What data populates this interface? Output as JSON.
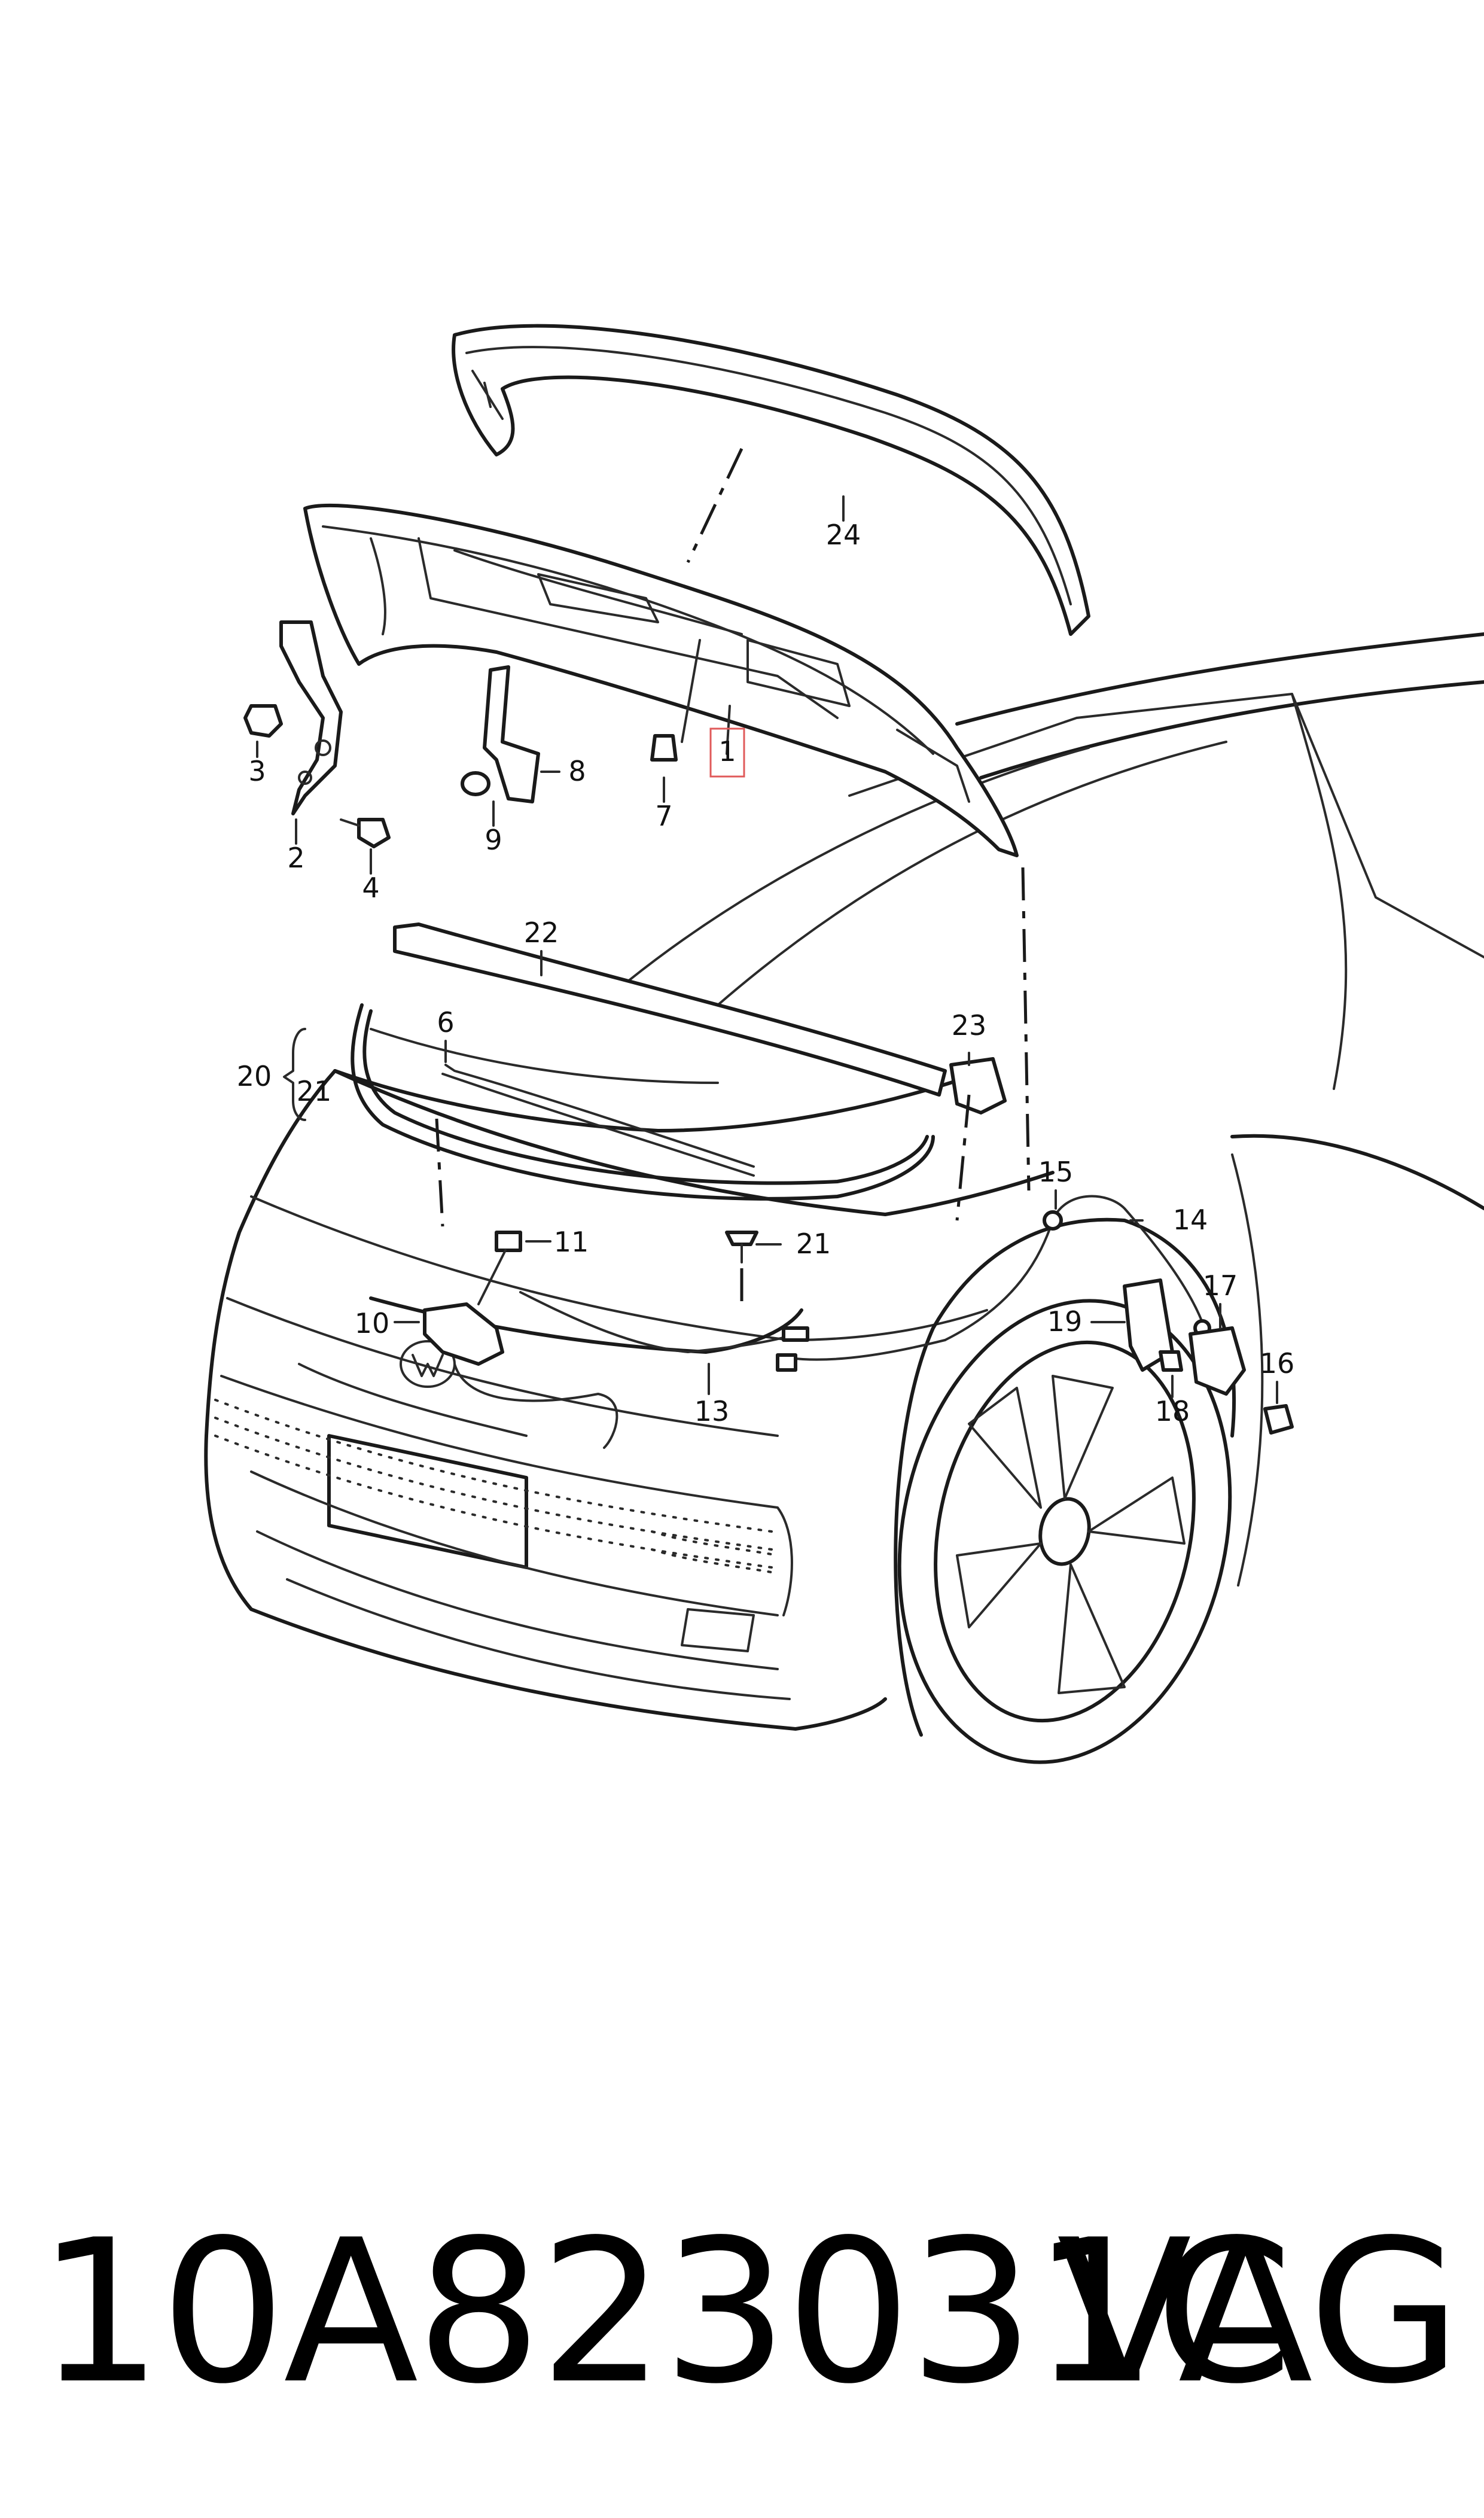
{
  "diagram": {
    "callouts": [
      {
        "id": "1",
        "label": "1",
        "highlighted": true
      },
      {
        "id": "2",
        "label": "2"
      },
      {
        "id": "3",
        "label": "3"
      },
      {
        "id": "4",
        "label": "4"
      },
      {
        "id": "6",
        "label": "6"
      },
      {
        "id": "7",
        "label": "7"
      },
      {
        "id": "8",
        "label": "8"
      },
      {
        "id": "9",
        "label": "9"
      },
      {
        "id": "10",
        "label": "10"
      },
      {
        "id": "11",
        "label": "11"
      },
      {
        "id": "13",
        "label": "13"
      },
      {
        "id": "14",
        "label": "14"
      },
      {
        "id": "15",
        "label": "15"
      },
      {
        "id": "16",
        "label": "16"
      },
      {
        "id": "17",
        "label": "17"
      },
      {
        "id": "18",
        "label": "18"
      },
      {
        "id": "19",
        "label": "19"
      },
      {
        "id": "20",
        "label": "20"
      },
      {
        "id": "21a",
        "label": "21"
      },
      {
        "id": "21b",
        "label": "21"
      },
      {
        "id": "22",
        "label": "22"
      },
      {
        "id": "23",
        "label": "23"
      },
      {
        "id": "24",
        "label": "24"
      }
    ],
    "highlight_color": "#e05a5a"
  },
  "footer": {
    "part_number": "10A823031C",
    "brand": "VAG"
  }
}
